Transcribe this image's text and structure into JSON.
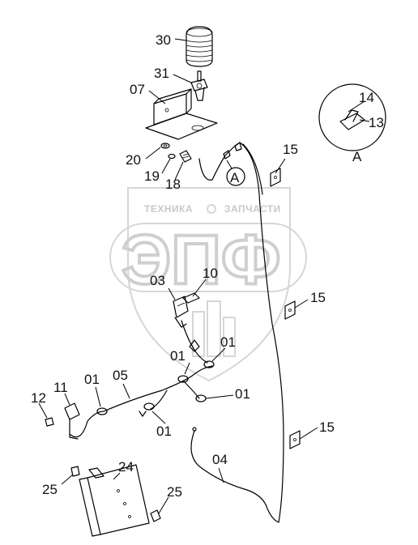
{
  "watermark": {
    "brand_left": "ТЕХНИКА",
    "brand_right": "ЗАПЧАСТИ",
    "logo": "ЭПФ"
  },
  "detail_view": {
    "label": "A",
    "parts": [
      "14",
      "13"
    ]
  },
  "callouts": {
    "p30": "30",
    "p31": "31",
    "p07": "07",
    "p20": "20",
    "p19": "19",
    "p18": "18",
    "ref_a": "A",
    "p15a": "15",
    "p15b": "15",
    "p15c": "15",
    "p10": "10",
    "p03": "03",
    "p01a": "01",
    "p01b": "01",
    "p01c": "01",
    "p01d": "01",
    "p01e": "01",
    "p05": "05",
    "p11": "11",
    "p12": "12",
    "p04": "04",
    "p24": "24",
    "p25a": "25",
    "p25b": "25"
  }
}
